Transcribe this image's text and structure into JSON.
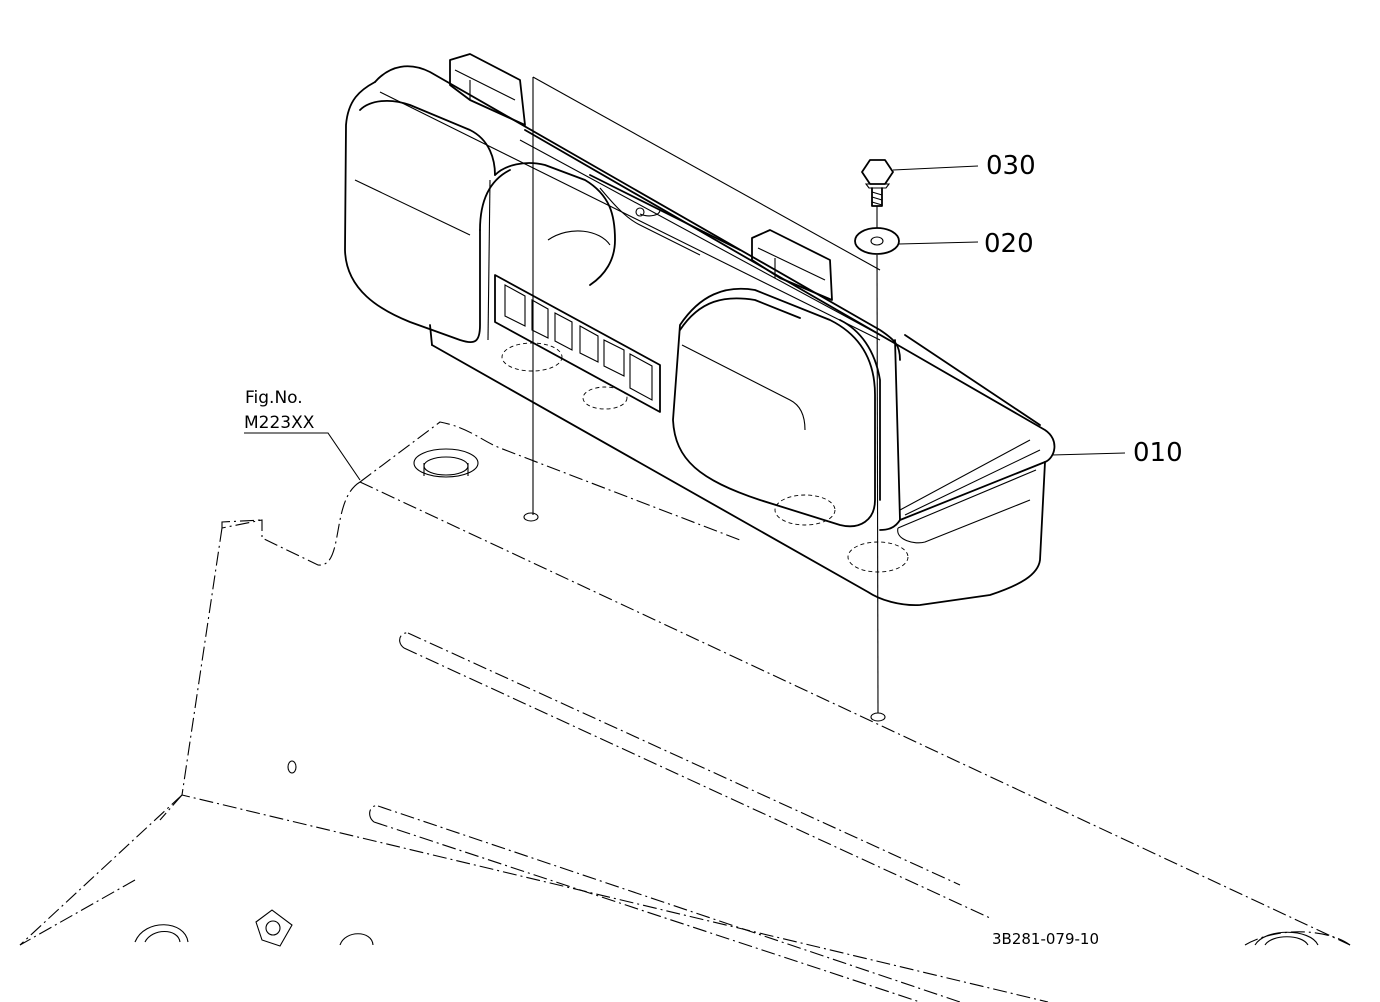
{
  "diagram": {
    "figure_ref": {
      "line1": "Fig.No.",
      "line2": "M223XX"
    },
    "callouts": [
      {
        "id": "030",
        "label": "030",
        "part": "bolt"
      },
      {
        "id": "020",
        "label": "020",
        "part": "washer"
      },
      {
        "id": "010",
        "label": "010",
        "part": "cover-box"
      }
    ],
    "drawing_code": "3B281-079-10",
    "colors": {
      "ink": "#000000",
      "paper": "#ffffff"
    }
  }
}
